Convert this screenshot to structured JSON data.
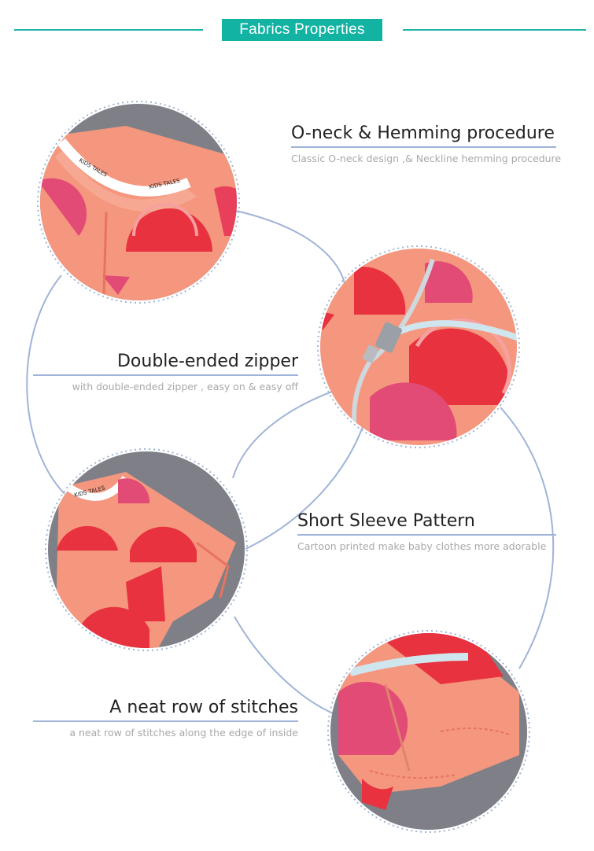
{
  "header": {
    "title": "Fabrics Properties"
  },
  "features": [
    {
      "title": "O-neck & Hemming procedure",
      "desc": "Classic O-neck design ,& Neckline hemming procedure"
    },
    {
      "title": "Double-ended zipper",
      "desc": "with double-ended zipper , easy on & easy off"
    },
    {
      "title": "Short Sleeve Pattern",
      "desc": "Cartoon printed  make baby clothes  more  adorable"
    },
    {
      "title": "A neat row of stitches",
      "desc": "a neat row of stitches along the edge of inside"
    }
  ],
  "label_tape": {
    "text": "KIDS TALES"
  },
  "colors": {
    "accent": "#12b3a3",
    "fabric": "#f4977e",
    "watermelon": "#e8323f",
    "connector": "#9fb4d8",
    "background_gray": "#7e7f87"
  }
}
